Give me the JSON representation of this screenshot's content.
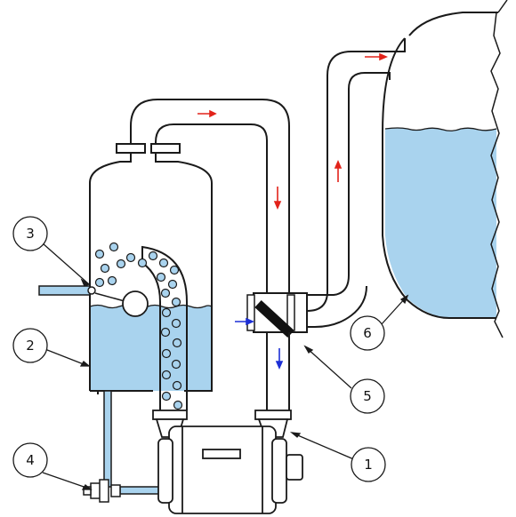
{
  "colors": {
    "line": "#1a1a1a",
    "water": "#a9d3ee",
    "water_line": "#1a1a1a",
    "bubble": "#a9d3ee",
    "flow_gas": "#e2231a",
    "flow_liquid": "#1c2fd6",
    "valve": "#111111",
    "background": "#ffffff"
  },
  "callouts": [
    {
      "id": "callout-1",
      "label": "1",
      "refers_to": "vacuum-pump"
    },
    {
      "id": "callout-2",
      "label": "2",
      "refers_to": "separator-water"
    },
    {
      "id": "callout-3",
      "label": "3",
      "refers_to": "float-valve"
    },
    {
      "id": "callout-4",
      "label": "4",
      "refers_to": "drain-valve"
    },
    {
      "id": "callout-5",
      "label": "5",
      "refers_to": "check-valve"
    },
    {
      "id": "callout-6",
      "label": "6",
      "refers_to": "receiving-tank"
    }
  ],
  "flow_arrows": [
    {
      "id": "arrow-top-pipe",
      "color": "flow_gas",
      "direction": "right"
    },
    {
      "id": "arrow-down-pipe",
      "color": "flow_gas",
      "direction": "down"
    },
    {
      "id": "arrow-up-pipe",
      "color": "flow_gas",
      "direction": "up"
    },
    {
      "id": "arrow-tank-inlet",
      "color": "flow_gas",
      "direction": "right"
    },
    {
      "id": "arrow-valve-inlet",
      "color": "flow_liquid",
      "direction": "right"
    },
    {
      "id": "arrow-valve-outlet",
      "color": "flow_liquid",
      "direction": "down"
    }
  ]
}
